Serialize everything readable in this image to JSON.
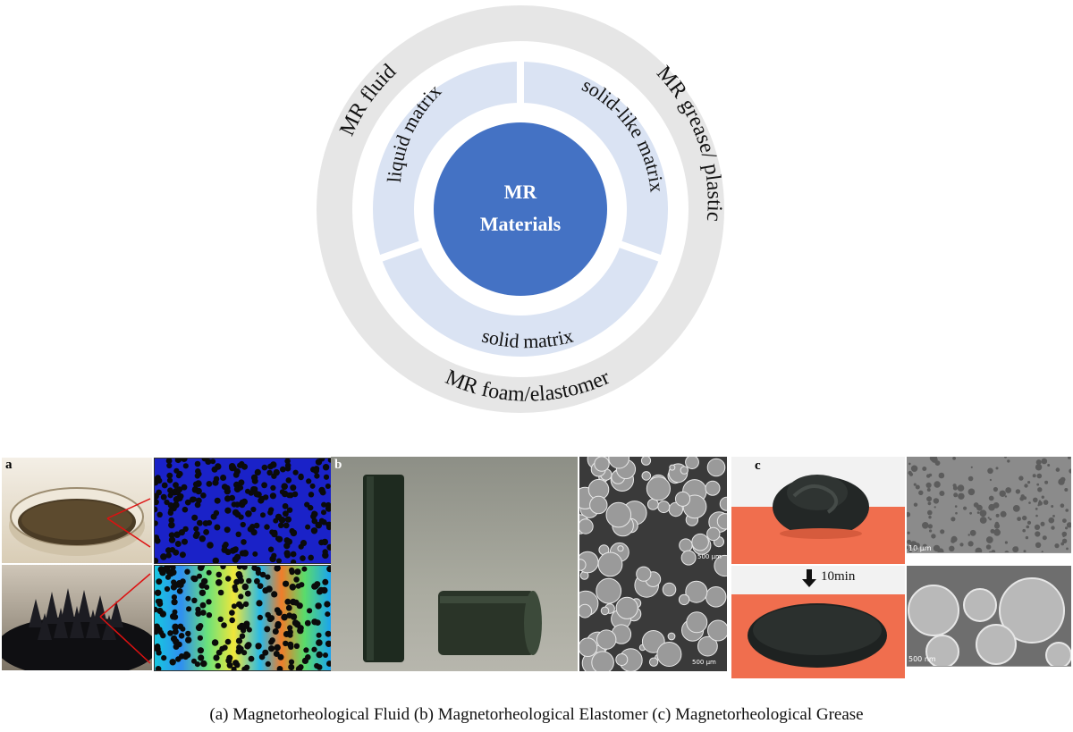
{
  "diagram": {
    "center_label_line1": "MR",
    "center_label_line2": "Materials",
    "inner_segments": [
      "liquid matrix",
      "solid-like matrix",
      "solid matrix"
    ],
    "outer_labels": [
      "MR fluid",
      "MR grease/ plastic",
      "MR foam/elastomer"
    ],
    "colors": {
      "outer_ring": "#e6e6e6",
      "inner_ring": "#dae3f3",
      "center": "#4472c4"
    }
  },
  "panels": {
    "a": {
      "letter": "a"
    },
    "b": {
      "letter": "b",
      "sem_scale_1": "500 µm",
      "sem_scale_2": "500 µm"
    },
    "c": {
      "letter": "c",
      "time_label": "10min",
      "sem_scale_1": "10 µm",
      "sem_scale_2": "500 nm"
    }
  },
  "caption": {
    "text": "(a) Magnetorheological Fluid (b) Magnetorheological Elastomer (c) Magnetorheological Grease"
  }
}
